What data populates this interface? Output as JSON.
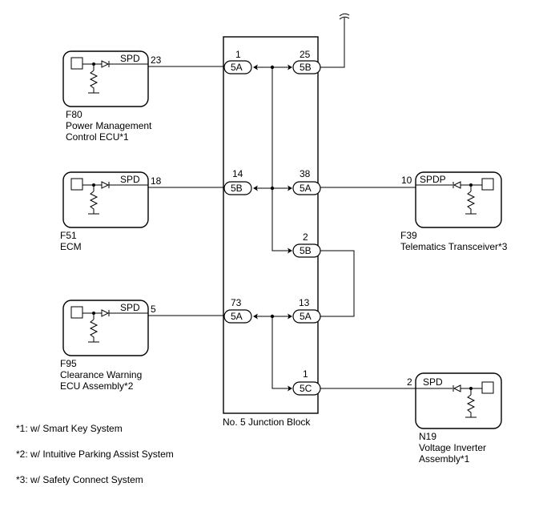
{
  "components": {
    "f80": {
      "code": "F80",
      "name_line1": "Power Management",
      "name_line2": "Control ECU*1",
      "signal": "SPD",
      "pin": "23"
    },
    "f51": {
      "code": "F51",
      "name_line1": "ECM",
      "signal": "SPD",
      "pin": "18"
    },
    "f95": {
      "code": "F95",
      "name_line1": "Clearance Warning",
      "name_line2": "ECU Assembly*2",
      "signal": "SPD",
      "pin": "5"
    },
    "f39": {
      "code": "F39",
      "name_line1": "Telematics Transceiver*3",
      "signal": "SPDP",
      "pin": "10"
    },
    "n19": {
      "code": "N19",
      "name_line1": "Voltage Inverter",
      "name_line2": "Assembly*1",
      "signal": "SPD",
      "pin": "2"
    }
  },
  "junction_block": {
    "label": "No. 5 Junction Block",
    "pins": {
      "p1": {
        "num": "1",
        "conn": "5A"
      },
      "p25": {
        "num": "25",
        "conn": "5B"
      },
      "p14": {
        "num": "14",
        "conn": "5B"
      },
      "p38": {
        "num": "38",
        "conn": "5A"
      },
      "p2": {
        "num": "2",
        "conn": "5B"
      },
      "p73": {
        "num": "73",
        "conn": "5A"
      },
      "p13": {
        "num": "13",
        "conn": "5A"
      },
      "p1c": {
        "num": "1",
        "conn": "5C"
      }
    }
  },
  "notes": [
    "*1: w/ Smart Key System",
    "*2: w/ Intuitive Parking Assist System",
    "*3: w/ Safety Connect System"
  ]
}
